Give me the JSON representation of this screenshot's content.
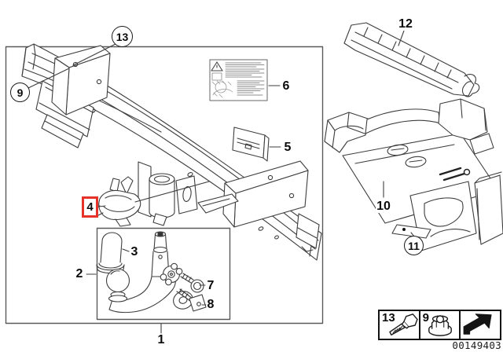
{
  "figure": {
    "drawing_number": "00149403",
    "highlight_color": "#e5332a"
  },
  "callouts": {
    "p1": {
      "label": "1"
    },
    "p2": {
      "label": "2"
    },
    "p3": {
      "label": "3"
    },
    "p4": {
      "label": "4"
    },
    "p5": {
      "label": "5"
    },
    "p6": {
      "label": "6"
    },
    "p7": {
      "label": "7"
    },
    "p8": {
      "label": "8"
    },
    "p9": {
      "label": "9"
    },
    "p10": {
      "label": "10"
    },
    "p11": {
      "label": "11"
    },
    "p12": {
      "label": "12"
    },
    "p13": {
      "label": "13"
    }
  },
  "legend": {
    "bolt": {
      "label": "13",
      "icon": "hex-bolt-icon"
    },
    "nut": {
      "label": "9",
      "icon": "flange-nut-icon"
    },
    "continue": {
      "icon": "continue-arrow-icon"
    }
  }
}
